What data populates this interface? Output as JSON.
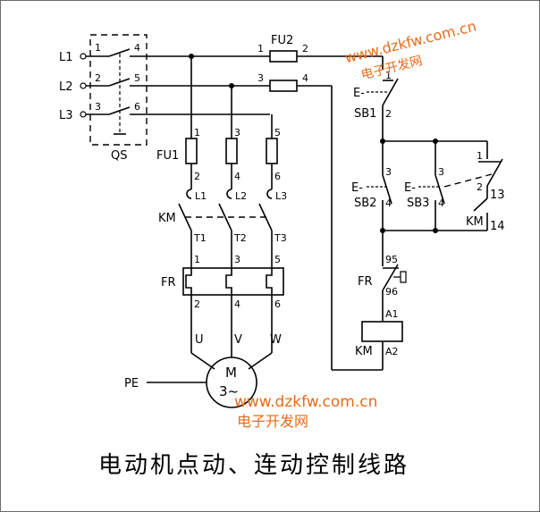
{
  "title": "电动机点动、连动控制线路",
  "watermark": {
    "url": "www.dzkfw.com.cn",
    "name": "电子开发网",
    "color": "#e86a1a"
  },
  "labels": {
    "L1": "L1",
    "L2": "L2",
    "L3": "L3",
    "QS": "QS",
    "FU1": "FU1",
    "FU2": "FU2",
    "KM": "KM",
    "FR": "FR",
    "PE": "PE",
    "SB1": "SB1",
    "SB2": "SB2",
    "SB3": "SB3",
    "motor_M": "M",
    "motor_phase": "3~",
    "U": "U",
    "V": "V",
    "W": "W",
    "A1": "A1",
    "A2": "A2",
    "T1": "T1",
    "T2": "T2",
    "T3": "T3",
    "term_L1": "L1",
    "term_L2": "L2",
    "term_L3": "L3",
    "E": "E-"
  },
  "pins": {
    "qs": [
      "1",
      "4",
      "2",
      "5",
      "3",
      "6"
    ],
    "fu1_top": [
      "1",
      "3",
      "5"
    ],
    "fu1_bot": [
      "2",
      "4",
      "6"
    ],
    "fr_top": [
      "1",
      "3",
      "5"
    ],
    "fr_bot": [
      "2",
      "4",
      "6"
    ],
    "fu2": [
      "1",
      "2",
      "3",
      "4"
    ],
    "sb1": [
      "1",
      "2"
    ],
    "sb2": [
      "3",
      "4"
    ],
    "sb3": [
      "3",
      "4"
    ],
    "sb3_nc": [
      "1",
      "2"
    ],
    "km_aux": [
      "13",
      "14"
    ],
    "fr_contact": [
      "95",
      "96"
    ]
  }
}
